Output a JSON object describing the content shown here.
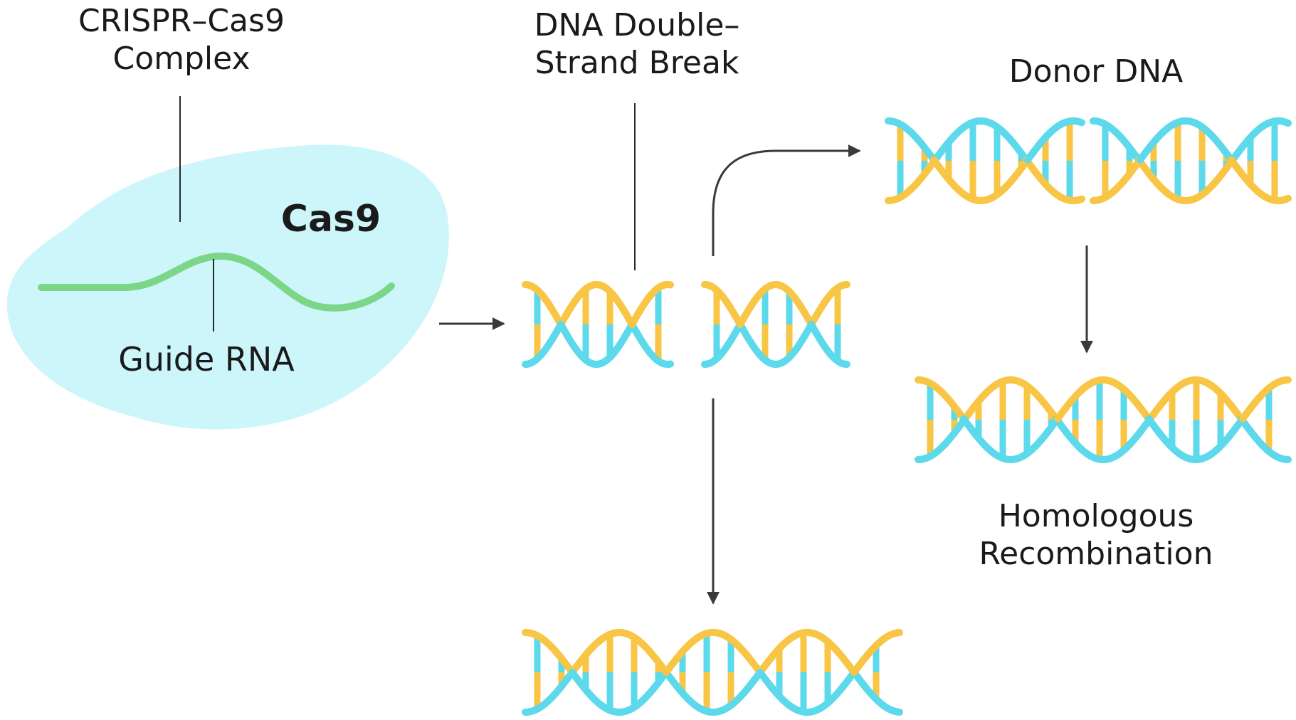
{
  "labels": {
    "complex_line1": "CRISPR–Cas9",
    "complex_line2": "Complex",
    "cas9": "Cas9",
    "guide_rna": "Guide RNA",
    "break_line1": "DNA Double–",
    "break_line2": "Strand Break",
    "donor": "Donor DNA",
    "hr_line1": "Homologous",
    "hr_line2": "Recombination"
  },
  "colors": {
    "strand_yellow": "#F8C644",
    "strand_cyan": "#5DD9EC",
    "cas9_blob": "#CCF6FA",
    "guide_rna": "#7BD688",
    "arrow": "#3a3a3a",
    "text": "#1a1a1a"
  }
}
